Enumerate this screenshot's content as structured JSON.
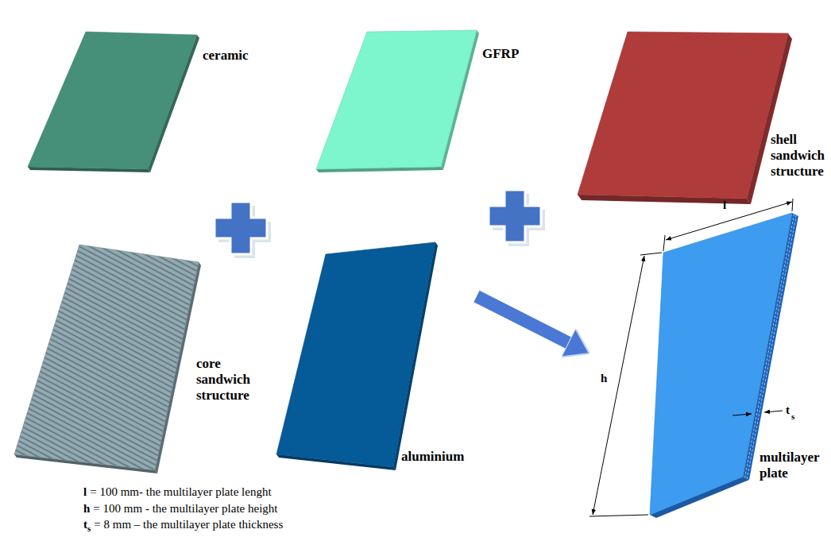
{
  "diagram": {
    "nodes": [
      {
        "text": [
          "ceramic"
        ]
      },
      {
        "text": [
          "GFRP"
        ]
      },
      {
        "text": [
          "shell sandwich structure"
        ]
      },
      {
        "text": [
          "core sandwich structure"
        ]
      },
      {
        "text": [
          "aluminium"
        ]
      },
      {
        "text": [
          "multilayer plate"
        ]
      }
    ],
    "edges": [
      {
        "from": 4,
        "to": 5,
        "arrow": "to"
      }
    ],
    "labels": [
      "l",
      "h",
      "t",
      "s",
      "l",
      "= 100 mm- the multilayer plate lenght",
      "h",
      "= 100 mm - the multilayer plate height",
      "t",
      "s",
      "= 8 mm – the multilayer plate thickness"
    ]
  }
}
